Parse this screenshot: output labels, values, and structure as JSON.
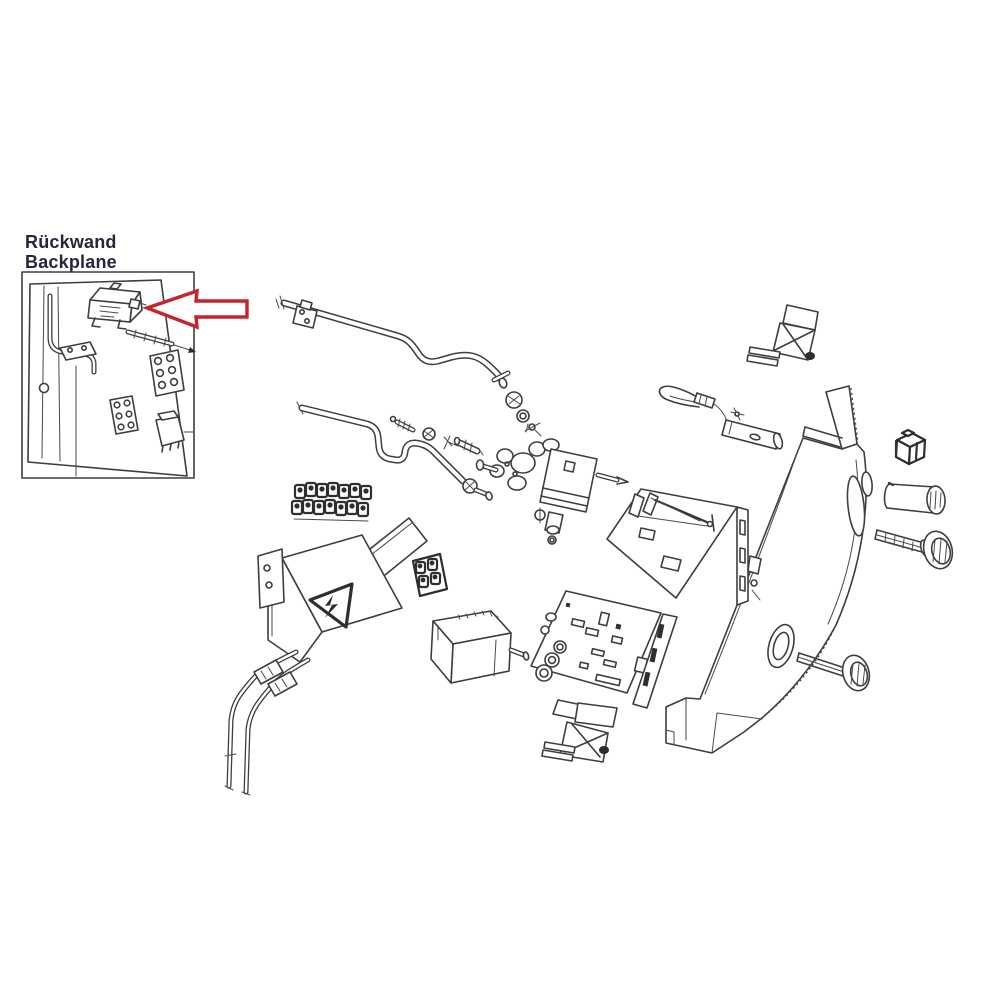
{
  "page": {
    "kind": "exploded-parts-diagram",
    "background": "#ffffff"
  },
  "inset": {
    "title_line1": "Rückwand",
    "title_line2": "Backplane"
  },
  "colors": {
    "line": "#3e3e3e",
    "arrow": "#c8232a",
    "label": "#26263c"
  },
  "parts": [
    {
      "name": "backplane-inset"
    },
    {
      "name": "pointer-arrow"
    },
    {
      "name": "upper-gas-pipe"
    },
    {
      "name": "pipe-fasteners"
    },
    {
      "name": "lower-gas-pipe"
    },
    {
      "name": "injector-fittings"
    },
    {
      "name": "gas-valve-assembly"
    },
    {
      "name": "ignition-cable"
    },
    {
      "name": "spark-plug-connector"
    },
    {
      "name": "mounting-clip-upper"
    },
    {
      "name": "control-panel-fascia"
    },
    {
      "name": "switch-block"
    },
    {
      "name": "cylinder-sleeve"
    },
    {
      "name": "knob-screw-upper"
    },
    {
      "name": "knob-screw-lower"
    },
    {
      "name": "terminal-strip-14"
    },
    {
      "name": "terminal-cover-warning"
    },
    {
      "name": "terminal-block-4"
    },
    {
      "name": "transformer"
    },
    {
      "name": "cable-pair"
    },
    {
      "name": "valve-mounting-plate"
    },
    {
      "name": "control-pcb"
    },
    {
      "name": "mounting-clip-lower"
    }
  ]
}
